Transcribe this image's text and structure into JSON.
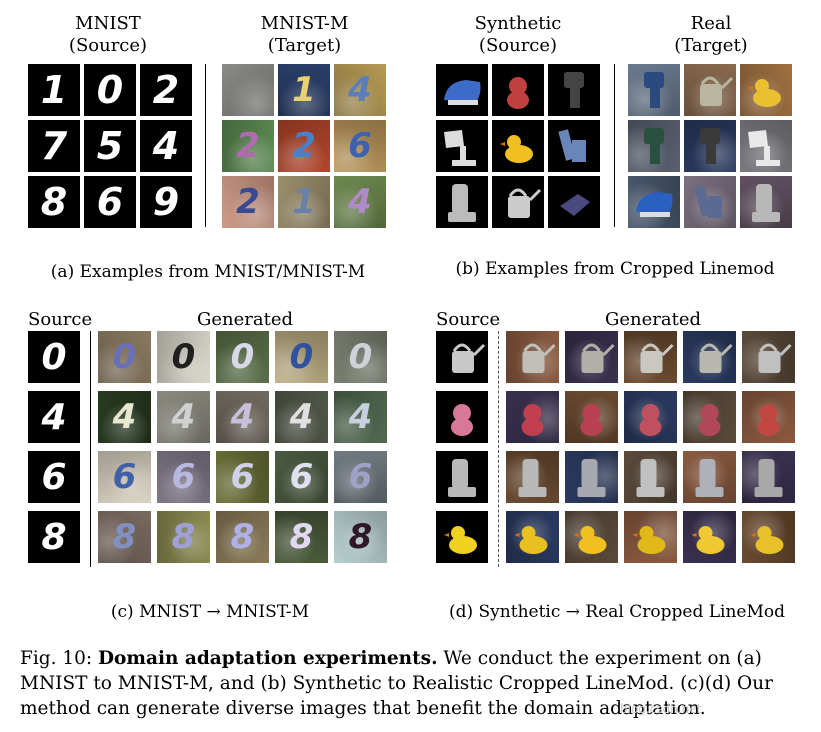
{
  "panel_a": {
    "left_title": [
      "MNIST",
      "(Source)"
    ],
    "right_title": [
      "MNIST-M",
      "(Target)"
    ],
    "caption": "(a) Examples from MNIST/MNIST-M",
    "source_digits": [
      "1",
      "0",
      "2",
      "7",
      "5",
      "4",
      "8",
      "6",
      "9"
    ],
    "target_digits": [
      "",
      "1",
      "4",
      "2",
      "2",
      "6",
      "2",
      "1",
      "4"
    ]
  },
  "panel_b": {
    "left_title": [
      "Synthetic",
      "(Source)"
    ],
    "right_title": [
      "Real",
      "(Target)"
    ],
    "caption": "(b) Examples from Cropped Linemod"
  },
  "panel_c": {
    "source_label": "Source",
    "generated_label": "Generated",
    "caption": "(c) MNIST → MNIST-M",
    "digits": [
      "0",
      "4",
      "6",
      "8"
    ]
  },
  "panel_d": {
    "source_label": "Source",
    "generated_label": "Generated",
    "caption": "(d) Synthetic → Real Cropped LineMod"
  },
  "figure_caption": {
    "prefix": "Fig. 10: ",
    "bold": "Domain adaptation experiments.",
    "rest": " We conduct the experiment on (a) MNIST to MNIST-M, and (b) Synthetic to Realistic Cropped LineMod. (c)(d) Our method can generate diverse images that benefit the domain adaptation."
  },
  "colors": {
    "ink": "#000000",
    "tile_background": "#000000",
    "mnistm_backgrounds": [
      "#8a8a86",
      "#2a3f6a",
      "#b59a55",
      "#5c8a52",
      "#b2452a",
      "#b8955a",
      "#cf9a86",
      "#9c8f6e",
      "#6d8a4f"
    ],
    "mnistm_strokes": [
      "#9a9a96",
      "#e9d070",
      "#5a7fb8",
      "#b06ab0",
      "#4a80c8",
      "#3e62b0",
      "#3a4a90",
      "#6a80a8",
      "#b08ac8"
    ]
  }
}
